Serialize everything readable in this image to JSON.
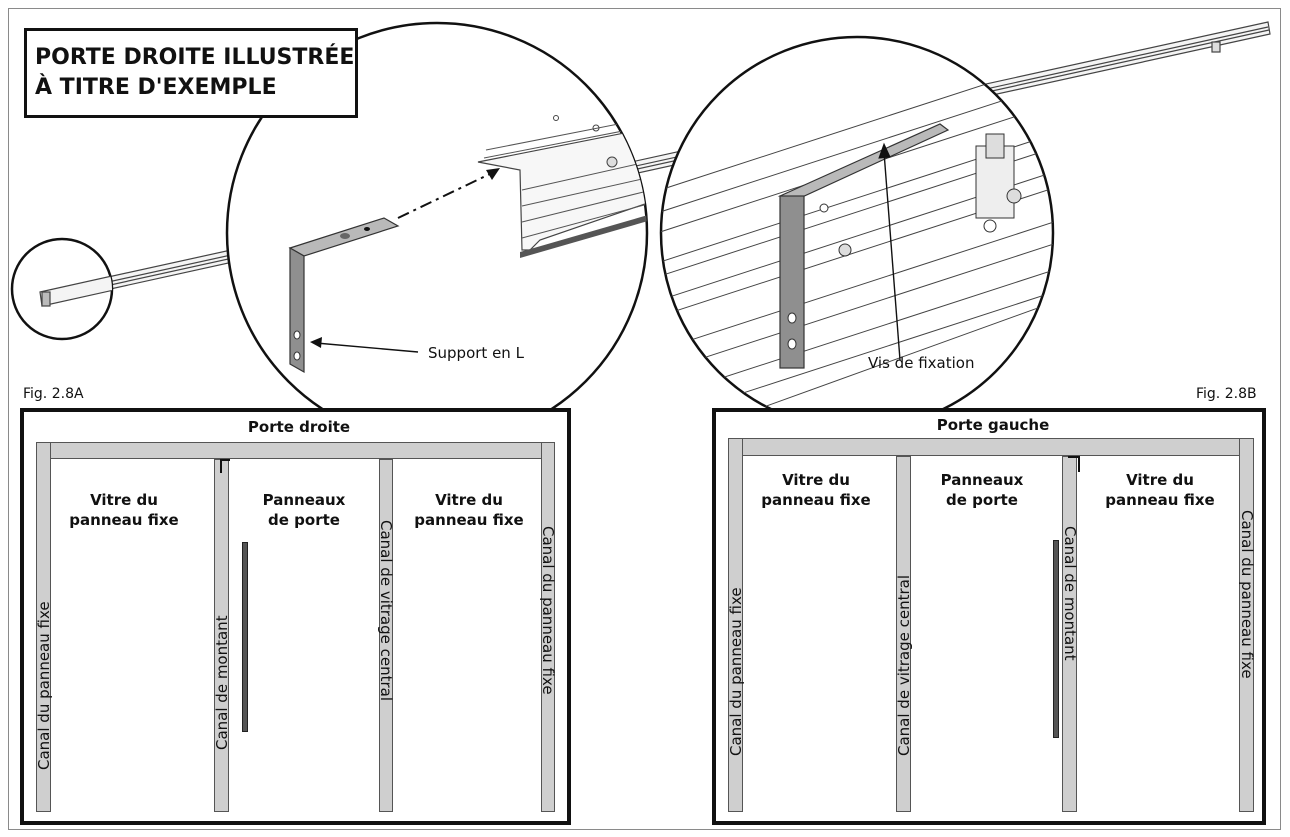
{
  "title": {
    "line1": "PORTE DROITE ILLUSTRÉE",
    "line2": "À TITRE D'EXEMPLE"
  },
  "callouts": {
    "l_bracket": "Support en L",
    "screw": "Vis de fixation"
  },
  "figures": {
    "a": "Fig. 2.8A",
    "b": "Fig. 2.8B"
  },
  "right_door": {
    "title": "Porte droite",
    "fixed_glass_1": {
      "line1": "Vitre du",
      "line2": "panneau fixe"
    },
    "door_panels": {
      "line1": "Panneaux",
      "line2": "de porte"
    },
    "fixed_glass_2": {
      "line1": "Vitre du",
      "line2": "panneau fixe"
    },
    "channel_left": "Canal du panneau fixe",
    "channel_jamb": "Canal de montant",
    "channel_center": "Canal de vitrage central",
    "channel_right": "Canal du panneau fixe"
  },
  "left_door": {
    "title": "Porte gauche",
    "fixed_glass_1": {
      "line1": "Vitre du",
      "line2": "panneau fixe"
    },
    "door_panels": {
      "line1": "Panneaux",
      "line2": "de porte"
    },
    "fixed_glass_2": {
      "line1": "Vitre du",
      "line2": "panneau fixe"
    },
    "channel_left": "Canal du panneau fixe",
    "channel_center": "Canal de vitrage central",
    "channel_jamb": "Canal de montant",
    "channel_right": "Canal du panneau fixe"
  }
}
